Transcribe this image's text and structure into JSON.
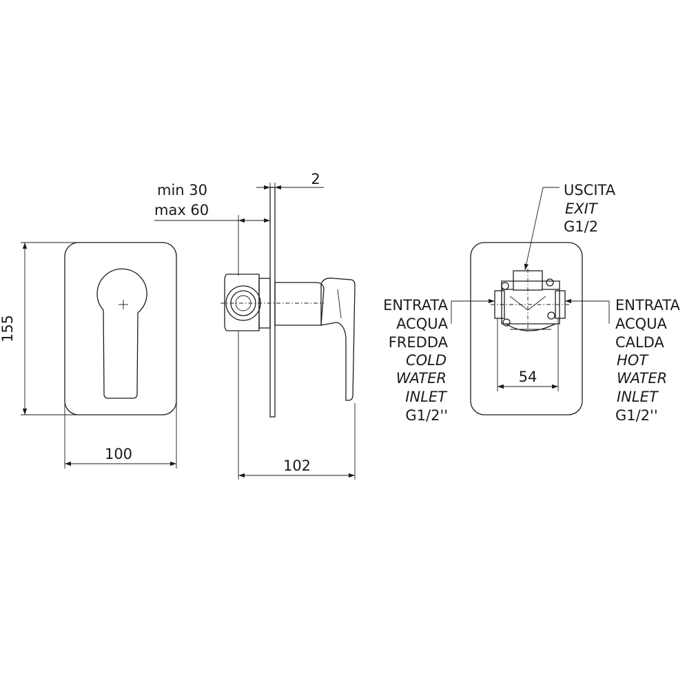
{
  "dimensions": {
    "height_front": "155",
    "width_front": "100",
    "min_depth": "min 30",
    "max_depth": "max 60",
    "plate_thickness": "2",
    "total_depth": "102",
    "inlet_spacing": "54"
  },
  "outlet": {
    "label_it": "USCITA",
    "label_en": "EXIT",
    "thread": "G1/2"
  },
  "cold_inlet": {
    "line1": "ENTRATA",
    "line2": "ACQUA",
    "line3": "FREDDA",
    "en1": "COLD",
    "en2": "WATER",
    "en3": "INLET",
    "thread": "G1/2''"
  },
  "hot_inlet": {
    "line1": "ENTRATA",
    "line2": "ACQUA",
    "line3": "CALDA",
    "en1": "HOT",
    "en2": "WATER",
    "en3": "INLET",
    "thread": "G1/2''"
  }
}
